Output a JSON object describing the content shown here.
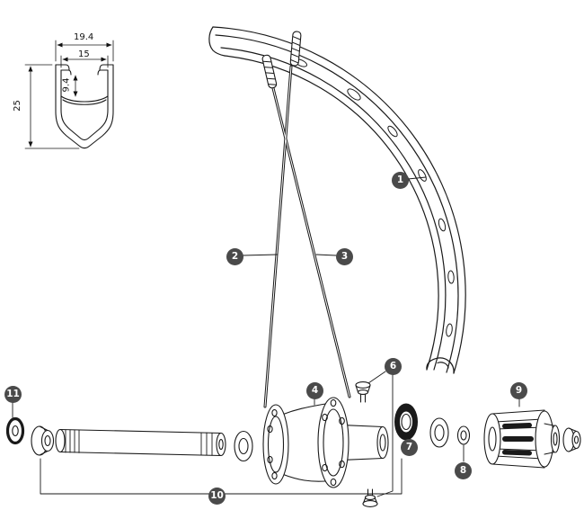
{
  "colors": {
    "background": "#ffffff",
    "line": "#1a1a1a",
    "callout_bg": "#4a4a4a",
    "callout_text": "#ffffff"
  },
  "cross_section": {
    "dim_outer_width": "19.4",
    "dim_inner_width": "15",
    "dim_inner_depth": "9.4",
    "dim_height": "25"
  },
  "callouts": [
    {
      "number": "1"
    },
    {
      "number": "2"
    },
    {
      "number": "3"
    },
    {
      "number": "4"
    },
    {
      "number": "6"
    },
    {
      "number": "7"
    },
    {
      "number": "8"
    },
    {
      "number": "9"
    },
    {
      "number": "10"
    },
    {
      "number": "11"
    }
  ]
}
